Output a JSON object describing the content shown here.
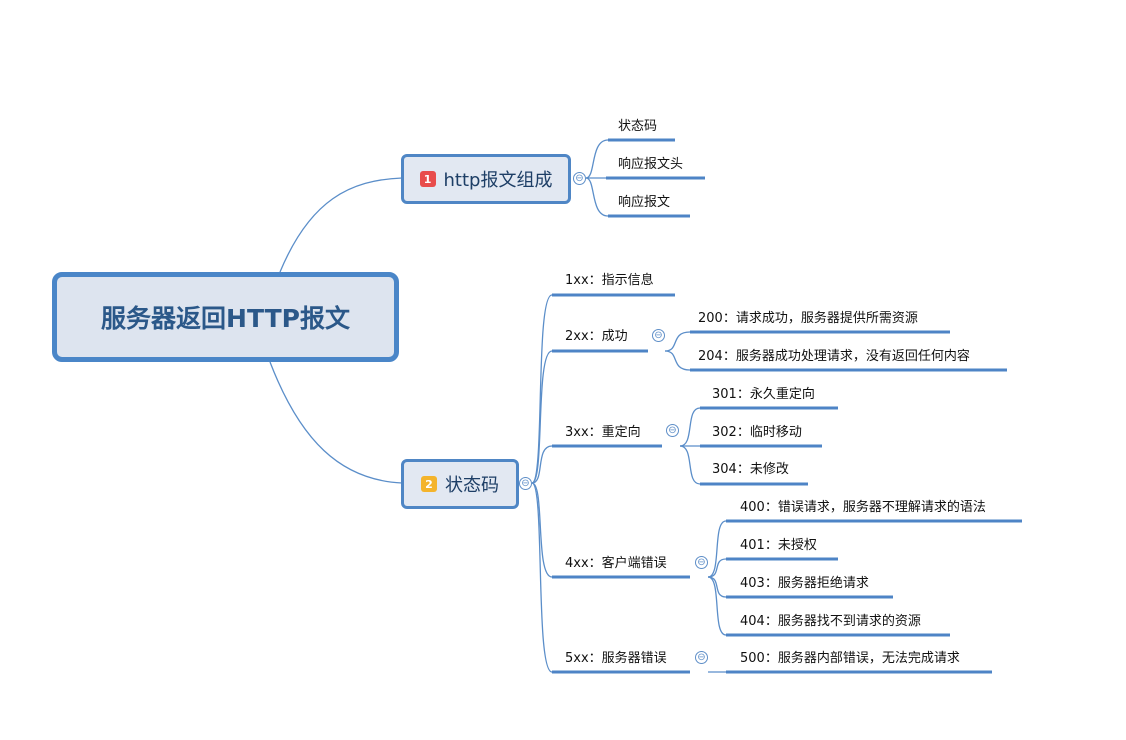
{
  "root": {
    "label": "服务器返回HTTP报文"
  },
  "colors": {
    "line": "#5b8ec9",
    "root_border": "#4a86c8",
    "badge1": "#e84c4c",
    "badge2": "#f4b42c",
    "collapse": "#5f8fc8"
  },
  "branch1": {
    "badge": "1",
    "label": "http报文组成",
    "children": [
      "状态码",
      "响应报文头",
      "响应报文"
    ]
  },
  "branch2": {
    "badge": "2",
    "label": "状态码",
    "children": [
      {
        "label": "1xx：指示信息",
        "children": []
      },
      {
        "label": "2xx：成功",
        "children": [
          "200：请求成功，服务器提供所需资源",
          "204：服务器成功处理请求，没有返回任何内容"
        ]
      },
      {
        "label": "3xx：重定向",
        "children": [
          "301：永久重定向",
          "302：临时移动",
          "304：未修改"
        ]
      },
      {
        "label": "4xx：客户端错误",
        "children": [
          "400：错误请求，服务器不理解请求的语法",
          "401：未授权",
          "403：服务器拒绝请求",
          "404：服务器找不到请求的资源"
        ]
      },
      {
        "label": "5xx：服务器错误",
        "children": [
          "500：服务器内部错误，无法完成请求"
        ]
      }
    ]
  },
  "collapse_icon": "⊖"
}
